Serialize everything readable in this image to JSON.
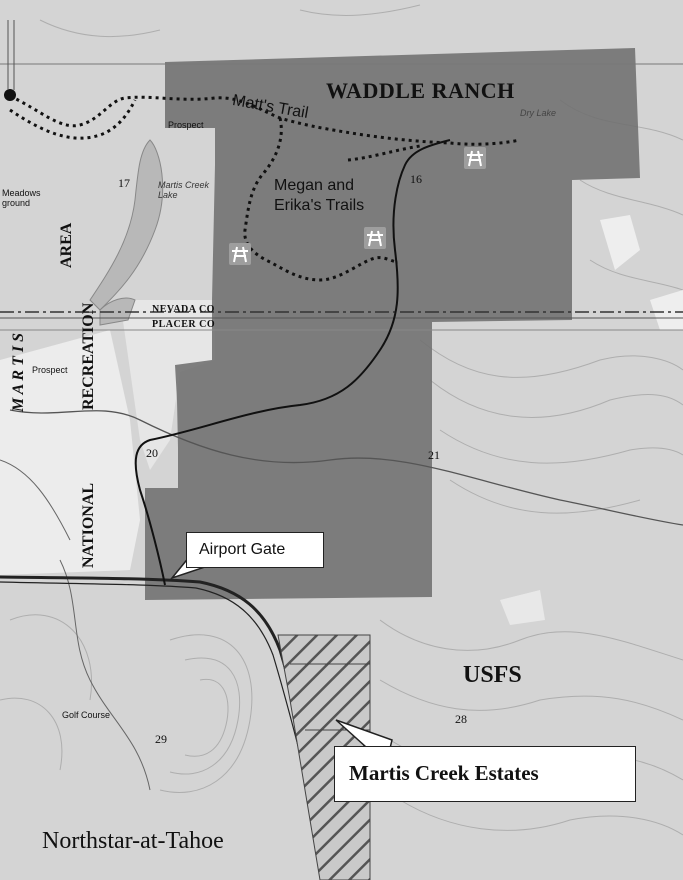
{
  "labels": {
    "waddle_ranch": "WADDLE RANCH",
    "matts_trail": "Matt's Trail",
    "megan_erika": "Megan and\nErika's Trails",
    "usfs": "USFS",
    "northstar": "Northstar-at-Tahoe",
    "nevada_co": "NEVADA CO",
    "placer_co": "PLACER CO",
    "martis": "M A R T I S",
    "area": "AREA",
    "recreation": "RECREATION",
    "national": "NATIONAL",
    "prospect": "Prospect",
    "martis_lake": "Martis Creek\nLake",
    "meadows": "Meadows\nground",
    "golf_course": "Golf Course",
    "dry_lake": "Dry Lake",
    "sec_17": "17",
    "sec_16": "16",
    "sec_20": "20",
    "sec_21": "21",
    "sec_28": "28",
    "sec_29": "29"
  },
  "callouts": {
    "airport_gate": "Airport Gate",
    "martis_creek_estates": "Martis Creek Estates"
  },
  "icons": {
    "picnic": "picnic-table-icon",
    "picnic_count": 3
  },
  "colors": {
    "ranch_shade": "#6f6f6f",
    "estates_hatch": "#555555",
    "trail": "#111111"
  }
}
